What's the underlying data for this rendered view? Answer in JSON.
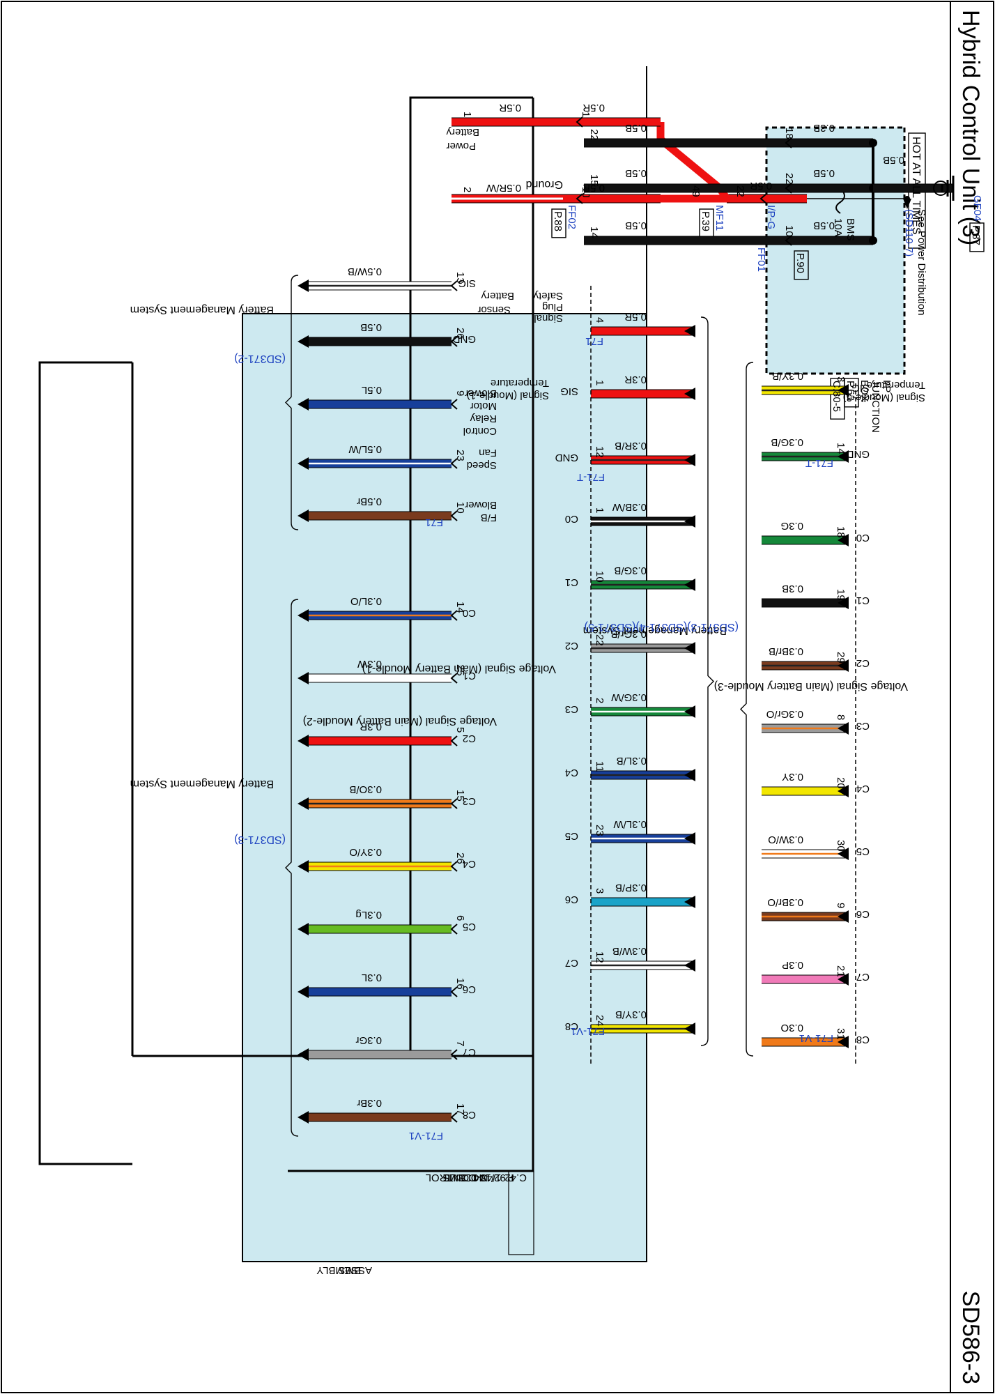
{
  "page": {
    "title": "Hybrid Control Unit (3)",
    "code": "SD586-3"
  },
  "colors": {
    "assembly_fill": "#cde9f0",
    "box_fill": "#cde9f0",
    "link_blue": "#1a3fbf"
  },
  "power": {
    "hot_label": "HOT AT ALL TIMES",
    "see_dist": "See Power Distribution",
    "see_dist_ref": "(SD110-7)",
    "fuse_name": "BMS",
    "fuse_rating": "10A",
    "junction_box": [
      "I/P",
      "JUNCTION",
      "BOX"
    ],
    "jb_ref_a": "P.63",
    "jb_ref_b": "C.80-5",
    "conn_ipg_pin": "22",
    "conn_ipg": "I/P-G",
    "wire_ipg": "0.5R",
    "mf11_pin": "49",
    "mf11": "MF11",
    "mf11_ref": "P.39",
    "wire_top_1": "0.5R",
    "wire_top_2": "0.5R",
    "ff02_pin_1": "1",
    "ff02_pin_2": "1J",
    "ff02": "FF02",
    "ff02_ref": "P.88",
    "wire_in_1": "0.5R",
    "wire_in_2": "0.5R/W",
    "bat_pin_1": "1",
    "bat_pin_2": "2",
    "bat_label": [
      "Battery",
      "Power"
    ]
  },
  "ground": {
    "label": "Ground",
    "pins": [
      "22",
      "15",
      "14"
    ],
    "inner_wire": "0.5B",
    "ff01_pins": [
      "18",
      "22",
      "10"
    ],
    "ff01": "FF01",
    "ff01_ref": "P.90",
    "outer_wire": "0.3B",
    "gnd_wire": "0.5B",
    "gf04": "GF04",
    "gf04_ref": "P.87"
  },
  "sensor": {
    "label": [
      "Battery",
      "Sensor"
    ],
    "pins": [
      {
        "pin": "13",
        "wire": "0.5W/B",
        "tag": "SIG",
        "color": "#ffffff",
        "stripe": "#222222"
      },
      {
        "pin": "26",
        "wire": "0.5B",
        "tag": "GND",
        "color": "#111111",
        "stripe": ""
      }
    ]
  },
  "blower": {
    "pins": [
      {
        "pin": "9",
        "wire": "0.5L",
        "color": "#173f9a",
        "stripe": ""
      },
      {
        "pin": "23",
        "wire": "0.5L/W",
        "color": "#173f9a",
        "stripe": "#ffffff"
      },
      {
        "pin": "10",
        "wire": "0.5Br",
        "color": "#7a3b1e",
        "stripe": ""
      }
    ],
    "labels": [
      [
        "Blower",
        "Motor",
        "Relay",
        "Control"
      ],
      [
        "Fan",
        "Speed"
      ],
      [
        "Blower",
        "F/B"
      ]
    ],
    "conn": "F71",
    "bms_label": "Battery Management System",
    "bms_ref": "(SD371-2)"
  },
  "module2": {
    "label": "Voltage Signal (Main Battery Moudle-2)",
    "bms_label": "Battery Management System",
    "bms_ref": "(SD371-3)",
    "conn": "F71-V1",
    "pins": [
      {
        "tag": "C0",
        "pin": "14",
        "wire": "0.3L/O",
        "color": "#173f9a",
        "stripe": "#f07a1a"
      },
      {
        "tag": "C1",
        "pin": "25",
        "wire": "0.3W",
        "color": "#ffffff",
        "stripe": ""
      },
      {
        "tag": "C2",
        "pin": "5",
        "wire": "0.3R",
        "color": "#ee1111",
        "stripe": ""
      },
      {
        "tag": "C3",
        "pin": "15",
        "wire": "0.3O/B",
        "color": "#f07a1a",
        "stripe": "#222222"
      },
      {
        "tag": "C4",
        "pin": "26",
        "wire": "0.3Y/O",
        "color": "#f2e600",
        "stripe": "#f07a1a"
      },
      {
        "tag": "C5",
        "pin": "6",
        "wire": "0.3Lg",
        "color": "#66bb22",
        "stripe": ""
      },
      {
        "tag": "C6",
        "pin": "16",
        "wire": "0.3L",
        "color": "#173f9a",
        "stripe": ""
      },
      {
        "tag": "C7",
        "pin": "7",
        "wire": "0.3Gr",
        "color": "#9b9b9b",
        "stripe": ""
      },
      {
        "tag": "C8",
        "pin": "17",
        "wire": "0.3Br",
        "color": "#7a3b1e",
        "stripe": ""
      }
    ]
  },
  "module1": {
    "safety": {
      "pin": "4",
      "wire": "0.5R",
      "conn": "F71",
      "label": [
        "Safety",
        "Plug",
        "Signal"
      ]
    },
    "temp_label": [
      "Temperature",
      "Signal (Moudle-1)"
    ],
    "temp_conn": "F71-T",
    "temp": [
      {
        "tag": "SIG",
        "pin": "1",
        "wire": "0.3R",
        "color": "#ee1111",
        "stripe": ""
      },
      {
        "tag": "GND",
        "pin": "12",
        "wire": "0.3R/B",
        "color": "#ee1111",
        "stripe": "#222222"
      }
    ],
    "label": "Voltage Signal (Main Battery Moudle-1)",
    "conn": "F71-V1",
    "pins": [
      {
        "tag": "C0",
        "pin": "1",
        "wire": "0.3B/W",
        "color": "#111111",
        "stripe": "#ffffff"
      },
      {
        "tag": "C1",
        "pin": "10",
        "wire": "0.3G/B",
        "color": "#15883a",
        "stripe": "#222222"
      },
      {
        "tag": "C2",
        "pin": "22",
        "wire": "0.3Gr/B",
        "color": "#9b9b9b",
        "stripe": "#222222"
      },
      {
        "tag": "C3",
        "pin": "2",
        "wire": "0.3G/W",
        "color": "#15883a",
        "stripe": "#ffffff"
      },
      {
        "tag": "C4",
        "pin": "11",
        "wire": "0.3L/B",
        "color": "#173f9a",
        "stripe": "#222222"
      },
      {
        "tag": "C5",
        "pin": "23",
        "wire": "0.3L/W",
        "color": "#173f9a",
        "stripe": "#ffffff"
      },
      {
        "tag": "C6",
        "pin": "3",
        "wire": "0.3P/B",
        "color": "#1aa3c8",
        "stripe": ""
      },
      {
        "tag": "C7",
        "pin": "12",
        "wire": "0.3W/B",
        "color": "#ffffff",
        "stripe": "#222222"
      },
      {
        "tag": "C8",
        "pin": "24",
        "wire": "0.3Y/B",
        "color": "#f2e600",
        "stripe": "#222222"
      }
    ]
  },
  "module3": {
    "temp_label": [
      "Temperature",
      "Signal (Moudle-3)"
    ],
    "temp_conn": "F71-T",
    "temp": [
      {
        "tag": "SIG",
        "pin": "3",
        "wire": "0.3Y/B",
        "color": "#f2e600",
        "stripe": "#222222"
      },
      {
        "tag": "GND",
        "pin": "14",
        "wire": "0.3G/B",
        "color": "#15883a",
        "stripe": "#222222"
      }
    ],
    "label": "Voltage Signal (Main Battery Moudle-3)",
    "conn": "F71-V1",
    "pins": [
      {
        "tag": "C0",
        "pin": "18",
        "wire": "0.3G",
        "color": "#15883a",
        "stripe": ""
      },
      {
        "tag": "C1",
        "pin": "19",
        "wire": "0.3B",
        "color": "#111111",
        "stripe": ""
      },
      {
        "tag": "C2",
        "pin": "29",
        "wire": "0.3Br/B",
        "color": "#7a3b1e",
        "stripe": "#222222"
      },
      {
        "tag": "C3",
        "pin": "8",
        "wire": "0.3Gr/O",
        "color": "#9b9b9b",
        "stripe": "#f07a1a"
      },
      {
        "tag": "C4",
        "pin": "20",
        "wire": "0.3Y",
        "color": "#f2e600",
        "stripe": ""
      },
      {
        "tag": "C5",
        "pin": "30",
        "wire": "0.3W/O",
        "color": "#ffffff",
        "stripe": "#f07a1a"
      },
      {
        "tag": "C6",
        "pin": "9",
        "wire": "0.3Br/O",
        "color": "#7a3b1e",
        "stripe": "#f07a1a"
      },
      {
        "tag": "C7",
        "pin": "21",
        "wire": "0.3P",
        "color": "#f07ab8",
        "stripe": ""
      },
      {
        "tag": "C8",
        "pin": "31",
        "wire": "0.3O",
        "color": "#f07a1a",
        "stripe": ""
      }
    ],
    "bms_label": "Battery Management System",
    "bms_ref": "(SD371-3)(SD371-4)(SD371-5)"
  },
  "module_box": {
    "lines": [
      "BMS",
      "CONTROL",
      "MODULE"
    ],
    "ref_a": "P.92/104",
    "ref_b": "C.42-1/43-1"
  },
  "assembly": {
    "lines": [
      "BMS",
      "ASSEMBLY"
    ]
  }
}
